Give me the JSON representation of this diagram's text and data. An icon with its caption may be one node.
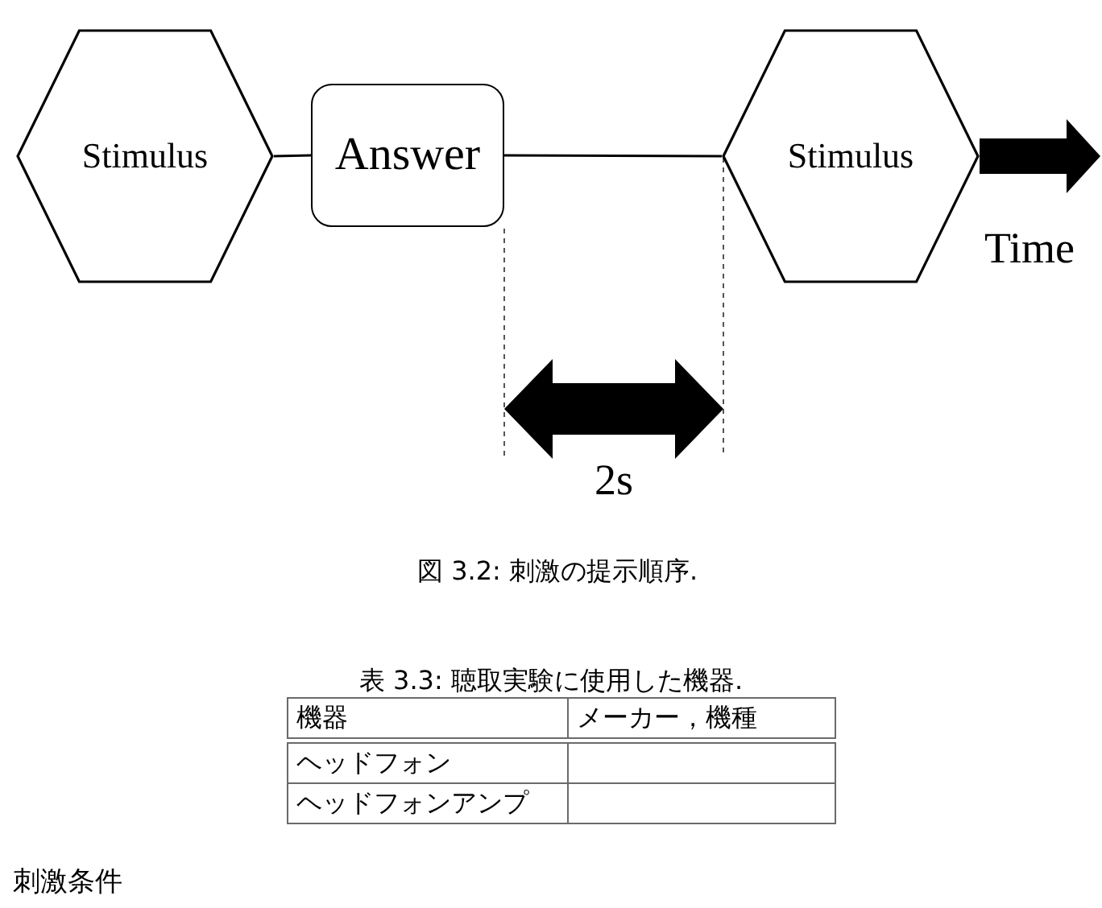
{
  "diagram": {
    "caption": "図 3.2: 刺激の提示順序.",
    "nodes": [
      {
        "text": [
          "Stimulus"
        ]
      },
      {
        "text": [
          "Answer"
        ]
      },
      {
        "text": [
          "Stimulus"
        ]
      }
    ],
    "edges": [
      {
        "from": 0,
        "to": 1,
        "arrow": "none"
      },
      {
        "from": 1,
        "to": 2,
        "arrow": "none"
      }
    ],
    "labels": [
      "Time",
      "2s",
      "表 3.3: 聴取実験に使用した機器.",
      "機器",
      "メーカー，機種",
      "ヘッドフォン",
      "ヘッドフォンアンプ",
      "刺激条件"
    ]
  }
}
